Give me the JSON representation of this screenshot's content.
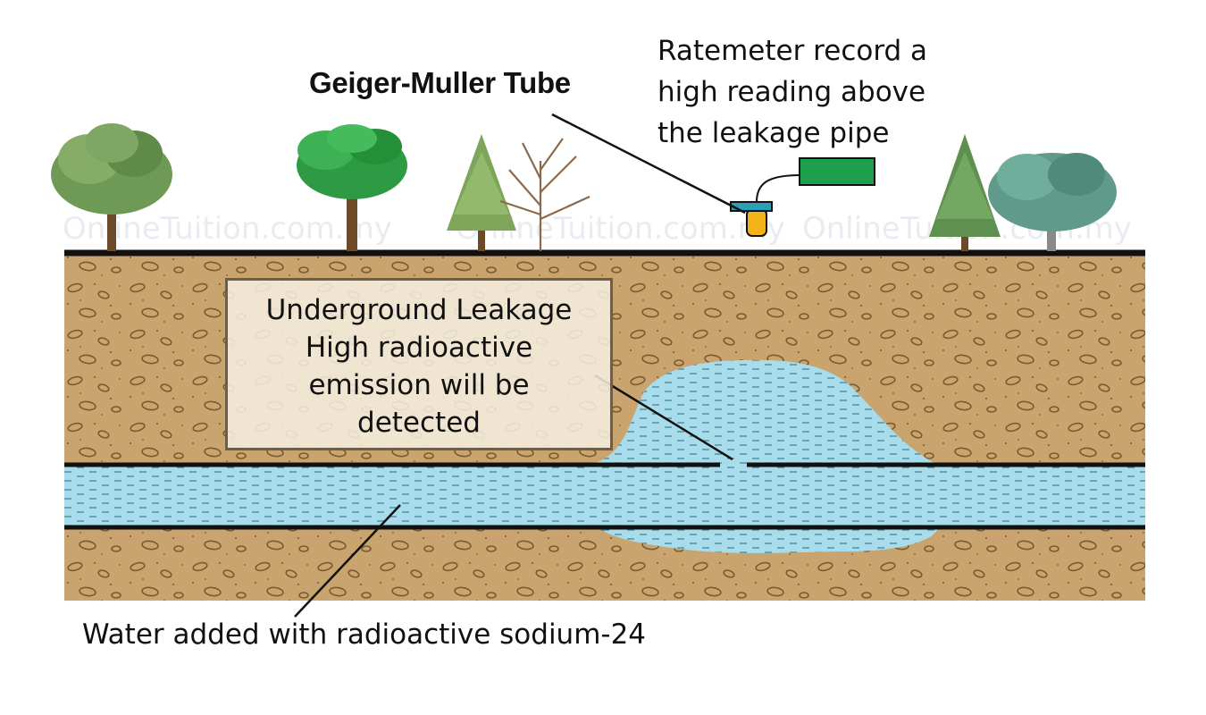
{
  "labels": {
    "gm_tube": "Geiger-Muller Tube",
    "ratemeter_lines": [
      "Ratemeter record a",
      "high reading above",
      "the leakage pipe"
    ],
    "leak_box_heading": "Underground Leakage",
    "leak_box_lines": [
      "High radioactive",
      "emission will be",
      "detected"
    ],
    "water_label": "Water added with radioactive sodium-24"
  },
  "watermark": {
    "text_1": "OnlineTuition.com.my",
    "text_2": "OnlineTuition.com.my",
    "text_3": "OnlineTuition.com.my"
  },
  "colors": {
    "soil": "#c9a46e",
    "soil_dark": "#b48a52",
    "water": "#a8dcea",
    "ground_line": "#111111",
    "ratemeter_body": "#1f9e4c",
    "probe_body": "#f2b418",
    "probe_cap": "#2a9fb5"
  }
}
